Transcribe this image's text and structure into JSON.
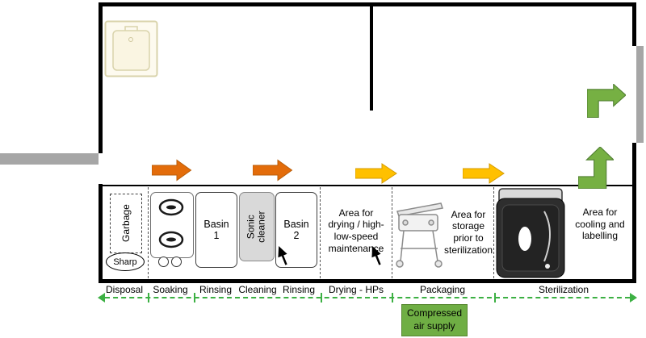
{
  "colors": {
    "wall": "#000000",
    "door_panel": "#a6a6a6",
    "orange_arrow": "#e36c0a",
    "yellow_arrow": "#ffc000",
    "green_arrow": "#76b043",
    "flow_line_green": "#3cb043",
    "air_label_bg": "#6fae44",
    "sonic_cleaner_fill": "#d9d9d9",
    "sink_fill": "#fdfaef"
  },
  "bench": {
    "garbage": "Garbage",
    "sharp": "Sharp",
    "basin1": "Basin\n1",
    "sonic_cleaner": "Sonic\ncleaner",
    "basin2": "Basin\n2",
    "drying_area": "Area for\ndrying / high-\nlow-speed\nmaintenance",
    "storage_area": "Area for\nstorage\nprior to\nsterilization",
    "cooling_area": "Area for\ncooling and\nlabelling"
  },
  "zones": [
    "Disposal",
    "Soaking",
    "Rinsing",
    "Cleaning",
    "Rinsing",
    "Drying - HPs",
    "Packaging",
    "Sterilization"
  ],
  "air_supply": "Compressed\nair supply",
  "icons": {
    "sink": "sink-top-view",
    "soaking_containers": "soaking-containers",
    "packaging_machine": "pouch-packaging-machine",
    "autoclave": "sterilizer-autoclave",
    "flow_arrows": "process-flow-arrows",
    "air_pointers": "compressed-air-connection-pointers"
  }
}
